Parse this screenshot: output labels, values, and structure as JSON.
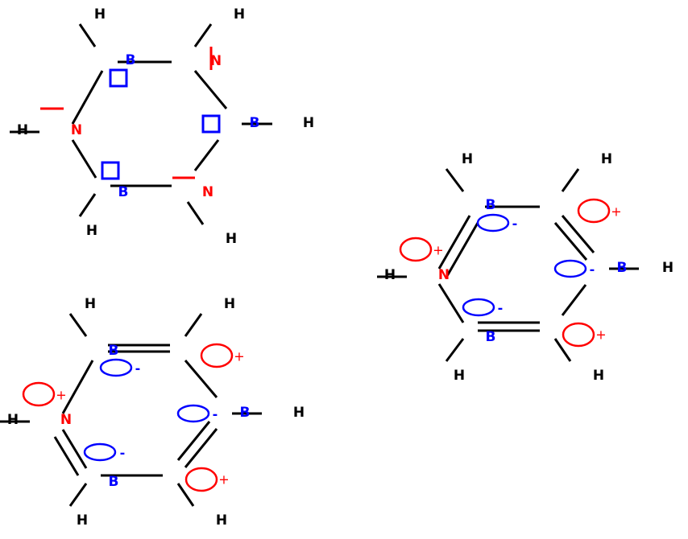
{
  "labels": {
    "hydrogen": "H",
    "boron": "B",
    "nitrogen": "N"
  },
  "charges": {
    "plus": "+",
    "minus": "-"
  },
  "colors": {
    "boron": "#0000ff",
    "nitrogen": "#ff0000",
    "bond": "#000000"
  }
}
